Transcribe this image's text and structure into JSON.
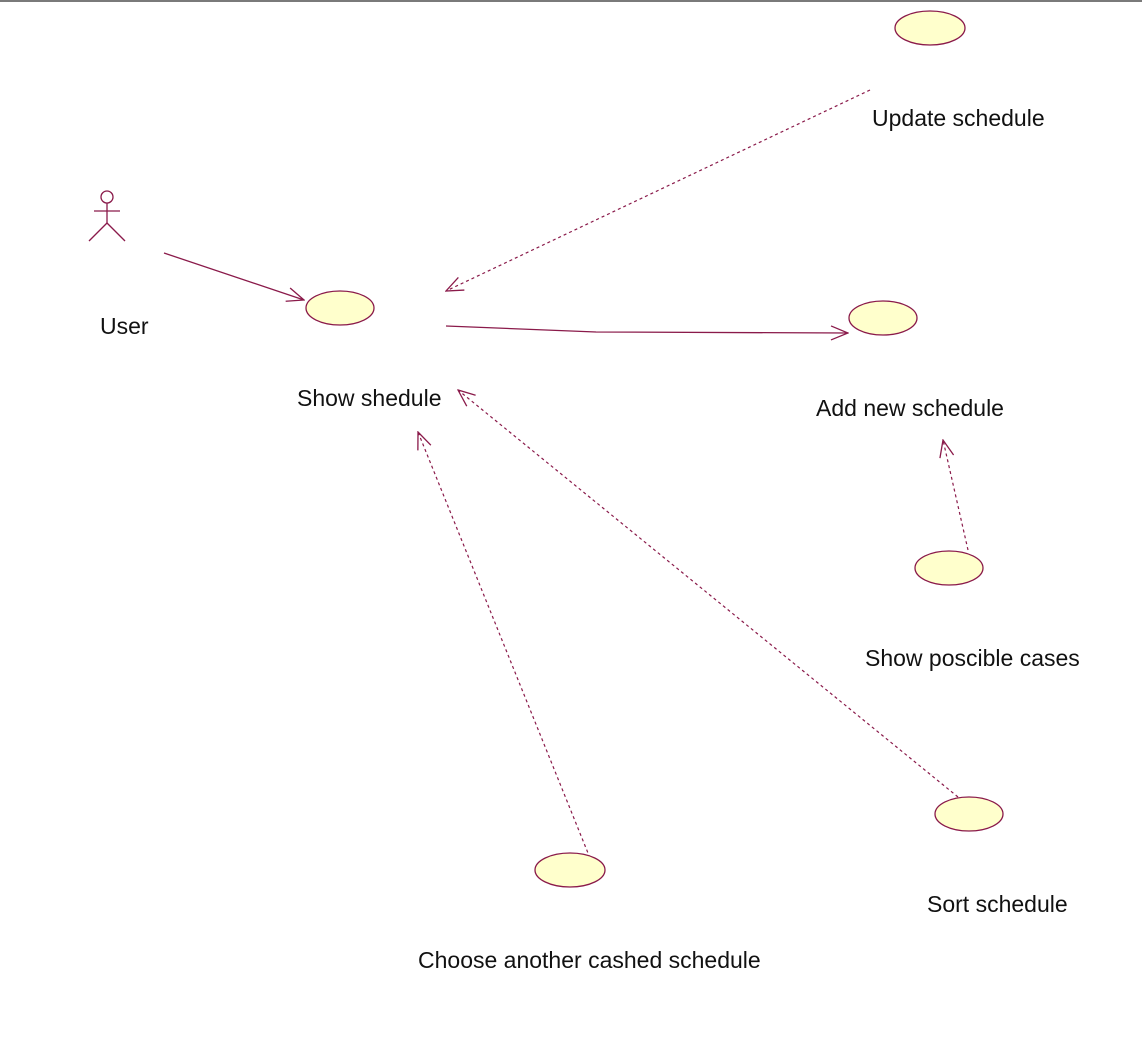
{
  "colors": {
    "line": "#8a1a4a",
    "usecase_fill": "#ffffcc",
    "usecase_stroke": "#8a1a4a",
    "text": "#111111"
  },
  "actor": {
    "name": "User",
    "icon": "stick-figure-actor-icon"
  },
  "use_cases": {
    "show_schedule": "Show shedule",
    "update_schedule": "Update schedule",
    "add_new_schedule": "Add new schedule",
    "show_possible_cases": "Show poscible cases",
    "sort_schedule": "Sort schedule",
    "choose_cached_schedule": "Choose another cashed schedule"
  },
  "relationships": [
    {
      "from": "User",
      "to": "Show shedule",
      "style": "association"
    },
    {
      "from": "Show shedule",
      "to": "Add new schedule",
      "style": "association"
    },
    {
      "from": "Update schedule",
      "to": "Show shedule",
      "style": "dependency"
    },
    {
      "from": "Sort schedule",
      "to": "Show shedule",
      "style": "dependency"
    },
    {
      "from": "Choose another cashed schedule",
      "to": "Show shedule",
      "style": "dependency"
    },
    {
      "from": "Show poscible cases",
      "to": "Add new schedule",
      "style": "dependency"
    }
  ]
}
